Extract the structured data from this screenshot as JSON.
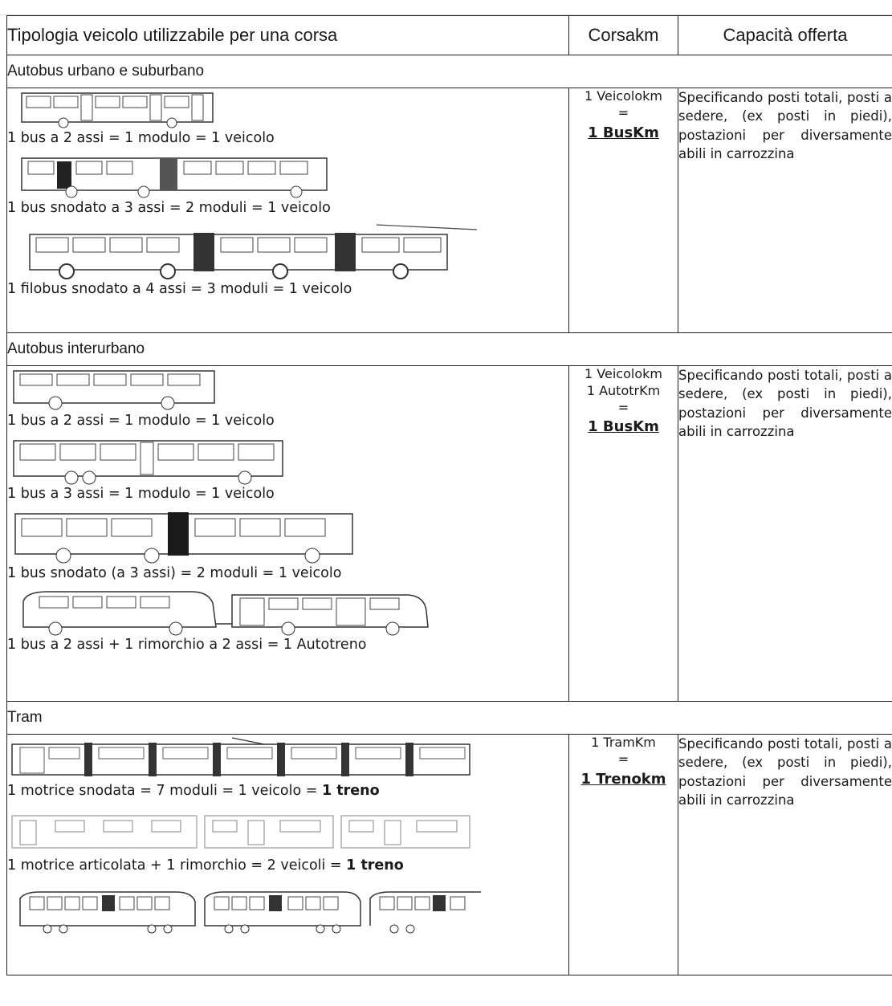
{
  "header": {
    "col1": "Tipologia veicolo utilizzabile per una corsa",
    "col2": "Corsakm",
    "col3": "Capacità offerta"
  },
  "sections": [
    {
      "title": "Autobus urbano e suburbano",
      "captions": [
        "1 bus a 2 assi = 1 modulo = 1 veicolo",
        "1 bus snodato a 3 assi = 2 moduli = 1 veicolo",
        "1 filobus snodato a 4 assi = 3 moduli = 1 veicolo"
      ],
      "corsakm": [
        "1 Veicolokm",
        "=",
        "1 BusKm"
      ],
      "capacity": "Specificando posti totali, posti a sedere, (ex posti in piedi), postazioni per diversamente abili in carrozzina"
    },
    {
      "title": "Autobus interurbano",
      "captions": [
        "1 bus a 2 assi = 1 modulo = 1 veicolo",
        "1 bus a 3 assi = 1 modulo = 1 veicolo",
        "1 bus snodato (a 3 assi) = 2 moduli = 1 veicolo",
        "1 bus a 2 assi + 1 rimorchio a 2 assi = 1 Autotreno"
      ],
      "corsakm": [
        "1 Veicolokm",
        "1 AutotrKm",
        "=",
        "1 BusKm"
      ],
      "capacity": "Specificando posti totali, posti a sedere, (ex posti in piedi), postazioni per diversamente abili in carrozzina"
    },
    {
      "title": "Tram",
      "captions": [
        {
          "plain": "1 motrice snodata = 7 moduli = 1 veicolo = ",
          "bold": "1 treno"
        },
        {
          "plain": "1 motrice articolata + 1 rimorchio = 2 veicoli = ",
          "bold": "1 treno"
        }
      ],
      "corsakm": [
        "1 TramKm",
        "=",
        "1 Trenokm"
      ],
      "capacity": "Specificando posti totali, posti a sedere, (ex posti in piedi), postazioni per diversamente abili in carrozzina"
    }
  ]
}
